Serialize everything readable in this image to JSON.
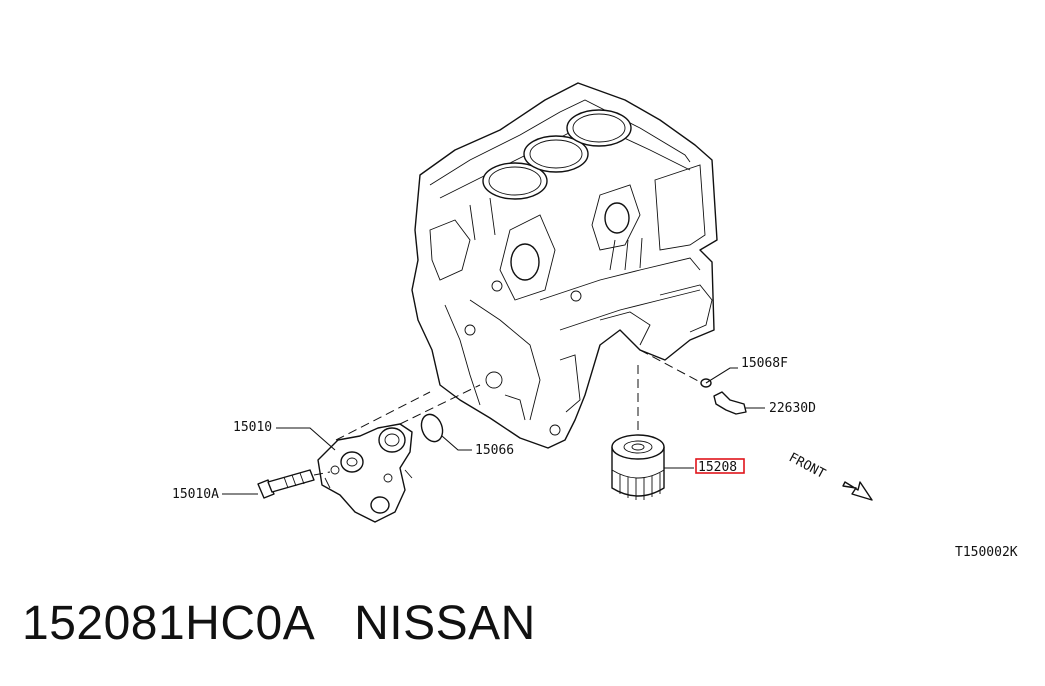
{
  "diagram": {
    "callouts": {
      "oil_pump": "15010",
      "pump_bolt": "15010A",
      "o_ring": "15066",
      "pressure_switch_washer": "15068F",
      "pressure_switch": "22630D",
      "oil_filter": "15208"
    },
    "front_label": "FRONT",
    "figure_code": "T150002K",
    "highlight_color": "#e0141b"
  },
  "footer": {
    "title": "152081HC0A   NISSAN"
  }
}
